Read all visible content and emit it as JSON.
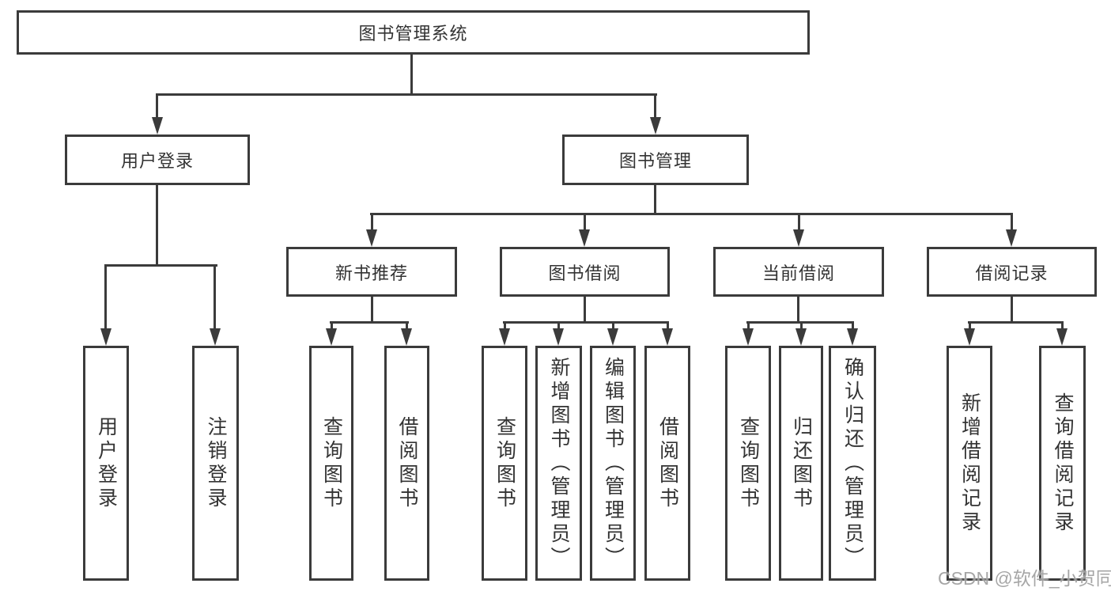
{
  "colors": {
    "line": "#3b3b3b",
    "text": "#333333",
    "background": "#ffffff",
    "watermark": "#969696"
  },
  "diagram": {
    "title": "图书管理系统",
    "level2": {
      "user_login": "用户登录",
      "book_mgmt": "图书管理"
    },
    "level3": {
      "new_books": "新书推荐",
      "book_borrow": "图书借阅",
      "current_borrow": "当前借阅",
      "borrow_record": "借阅记录"
    },
    "leaves": {
      "user_login": "用户登录",
      "logout": "注销登录",
      "nb_query": "查询图书",
      "nb_borrow": "借阅图书",
      "bb_query": "查询图书",
      "bb_add": "新增图书（管理员）",
      "bb_edit": "编辑图书（管理员）",
      "bb_borrow": "借阅图书",
      "cb_query": "查询图书",
      "cb_return": "归还图书",
      "cb_confirm": "确认归还（管理员）",
      "br_add": "新增借阅记录",
      "br_query": "查询借阅记录"
    }
  },
  "watermark": "CSDN @软件_小贺同学"
}
